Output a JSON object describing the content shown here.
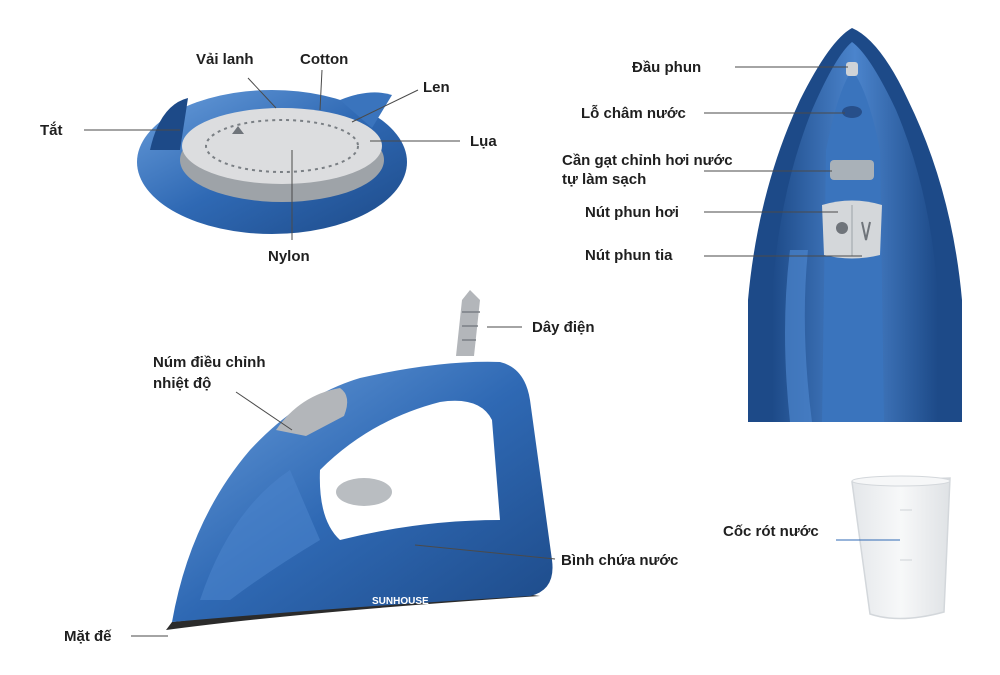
{
  "dial_labels": {
    "linen": "Vải lanh",
    "cotton": "Cotton",
    "wool": "Len",
    "off": "Tắt",
    "silk": "Lụa",
    "nylon": "Nylon"
  },
  "top_view_labels": {
    "spray_nozzle": "Đầu phun",
    "water_fill_hole": "Lỗ châm nước",
    "steam_lever_line1": "Cần gạt chỉnh hơi nước",
    "steam_lever_line2": "tự làm sạch",
    "steam_button": "Nút phun hơi",
    "spray_button": "Nút phun tia"
  },
  "side_view_labels": {
    "power_cord": "Dây điện",
    "temp_knob_line1": "Núm điều chỉnh",
    "temp_knob_line2": "nhiệt độ",
    "water_tank": "Bình chứa nước",
    "soleplate": "Mặt đế"
  },
  "cup_label": "Cốc rót nước",
  "brand": "SUNHOUSE",
  "colors": {
    "iron_blue": "#2f69b4",
    "iron_dark": "#1f4f8f",
    "iron_light": "#5a8fd0",
    "dial_gray": "#d9dadb",
    "soleplate": "#2b2b2b",
    "cup": "#eef0f2"
  }
}
